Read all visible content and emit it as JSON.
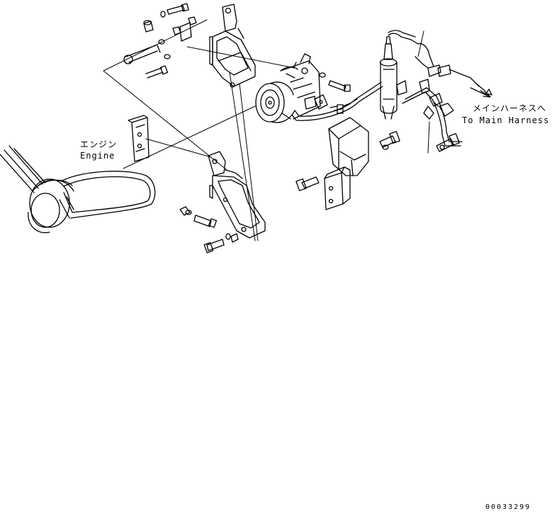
{
  "labels": {
    "engine_jp": "エンジン",
    "engine_en": "Engine",
    "harness_jp": "メインハーネスへ",
    "harness_en": "To Main Harness",
    "part_number": "00033299"
  }
}
